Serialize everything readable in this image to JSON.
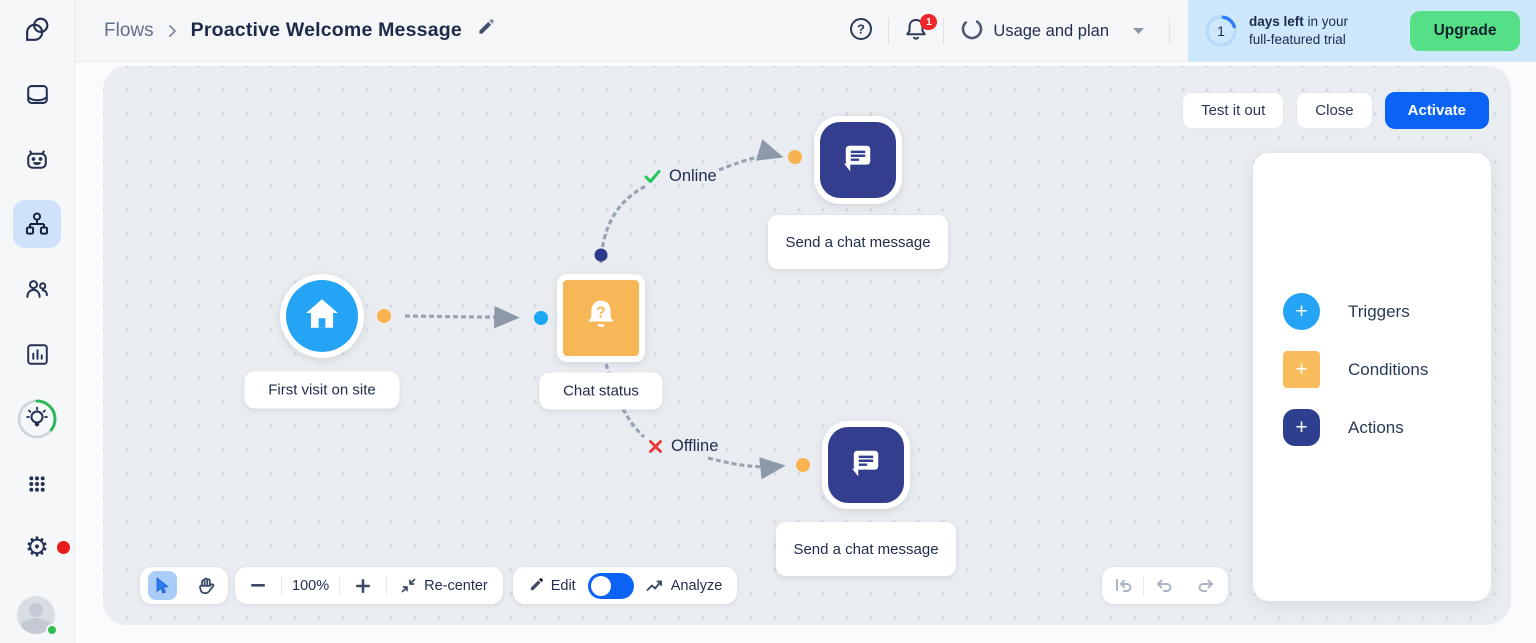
{
  "header": {
    "breadcrumb": {
      "parent": "Flows",
      "current": "Proactive Welcome Message"
    },
    "bell_badge": "1",
    "usage_label": "Usage and plan",
    "trial": {
      "count": "1",
      "bold": "days left",
      "rest": " in your",
      "line2": "full-featured trial"
    },
    "upgrade_label": "Upgrade"
  },
  "sidebar": {
    "items": [
      {
        "id": "logo",
        "icon": "logo-icon"
      },
      {
        "id": "inbox",
        "icon": "inbox-icon"
      },
      {
        "id": "chatbots",
        "icon": "bot-icon"
      },
      {
        "id": "flows",
        "icon": "flow-icon",
        "active": true
      },
      {
        "id": "contacts",
        "icon": "contacts-icon"
      },
      {
        "id": "analytics",
        "icon": "analytics-icon"
      },
      {
        "id": "tips",
        "icon": "lightbulb-progress-icon"
      },
      {
        "id": "apps",
        "icon": "apps-grid-icon"
      },
      {
        "id": "settings",
        "icon": "gear-icon",
        "badge": "red-dot"
      },
      {
        "id": "profile",
        "icon": "avatar",
        "status": "online"
      }
    ]
  },
  "canvas": {
    "actions": {
      "test": "Test it out",
      "close": "Close",
      "activate": "Activate"
    },
    "nodes": [
      {
        "id": "trigger",
        "type": "trigger",
        "label": "First visit on site",
        "icon": "home-icon",
        "color": "#25a3f5"
      },
      {
        "id": "condition",
        "type": "condition",
        "label": "Chat status",
        "icon": "bell-question-icon",
        "color": "#f7b757"
      },
      {
        "id": "action-online",
        "type": "action",
        "label": "Send a chat message",
        "icon": "chat-message-icon",
        "color": "#333e8f"
      },
      {
        "id": "action-offline",
        "type": "action",
        "label": "Send a chat message",
        "icon": "chat-message-icon",
        "color": "#333e8f"
      }
    ],
    "branches": {
      "online": "Online",
      "offline": "Offline"
    },
    "toolbar": {
      "zoom": "100%",
      "recenter": "Re-center",
      "edit": "Edit",
      "analyze": "Analyze",
      "mode": "edit"
    }
  },
  "panel": {
    "items": [
      {
        "label": "Triggers",
        "color": "#25a3f5"
      },
      {
        "label": "Conditions",
        "color": "#f8bc5c"
      },
      {
        "label": "Actions",
        "color": "#2f3f8f"
      }
    ]
  },
  "colors": {
    "accent_blue": "#0b63f6",
    "trigger_blue": "#25a3f5",
    "condition_orange": "#f7b757",
    "action_navy": "#333e8f",
    "upgrade_green": "#55e087",
    "badge_red": "#f0262b",
    "trial_bg": "#cde7fb",
    "check_green": "#22c55e",
    "cross_red": "#e53935"
  }
}
